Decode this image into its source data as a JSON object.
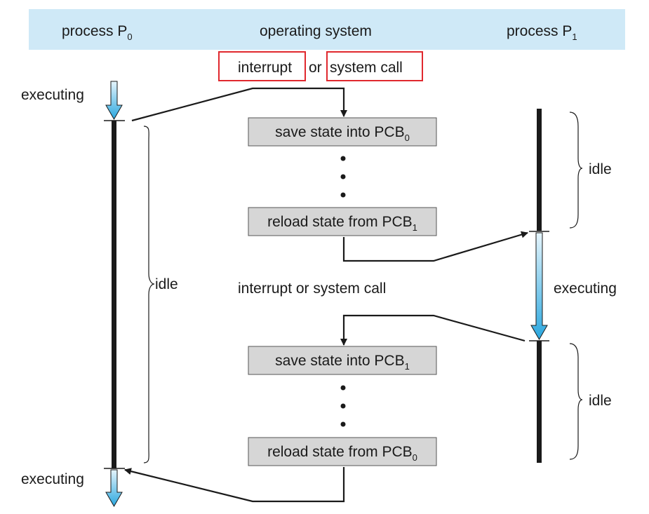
{
  "header": {
    "p0_text": "process P",
    "p0_sub": "0",
    "os_text": "operating system",
    "p1_text": "process P",
    "p1_sub": "1"
  },
  "top": {
    "interrupt": "interrupt",
    "or": "or",
    "system_call": "system call"
  },
  "middle_event": "interrupt or system call",
  "boxes": {
    "save0_text": "save state into PCB",
    "save0_sub": "0",
    "reload1_text": "reload state from PCB",
    "reload1_sub": "1",
    "save1_text": "save state into PCB",
    "save1_sub": "1",
    "reload0_text": "reload state from PCB",
    "reload0_sub": "0"
  },
  "states": {
    "p0_exec_top": "executing",
    "p0_idle": "idle",
    "p0_exec_bottom": "executing",
    "p1_idle_top": "idle",
    "p1_exec": "executing",
    "p1_idle_bottom": "idle"
  },
  "colors": {
    "header_bg": "#cfe9f7",
    "box_fill": "#d6d6d6",
    "highlight": "#e0282e",
    "arrow_blue": "#2aa7df"
  }
}
